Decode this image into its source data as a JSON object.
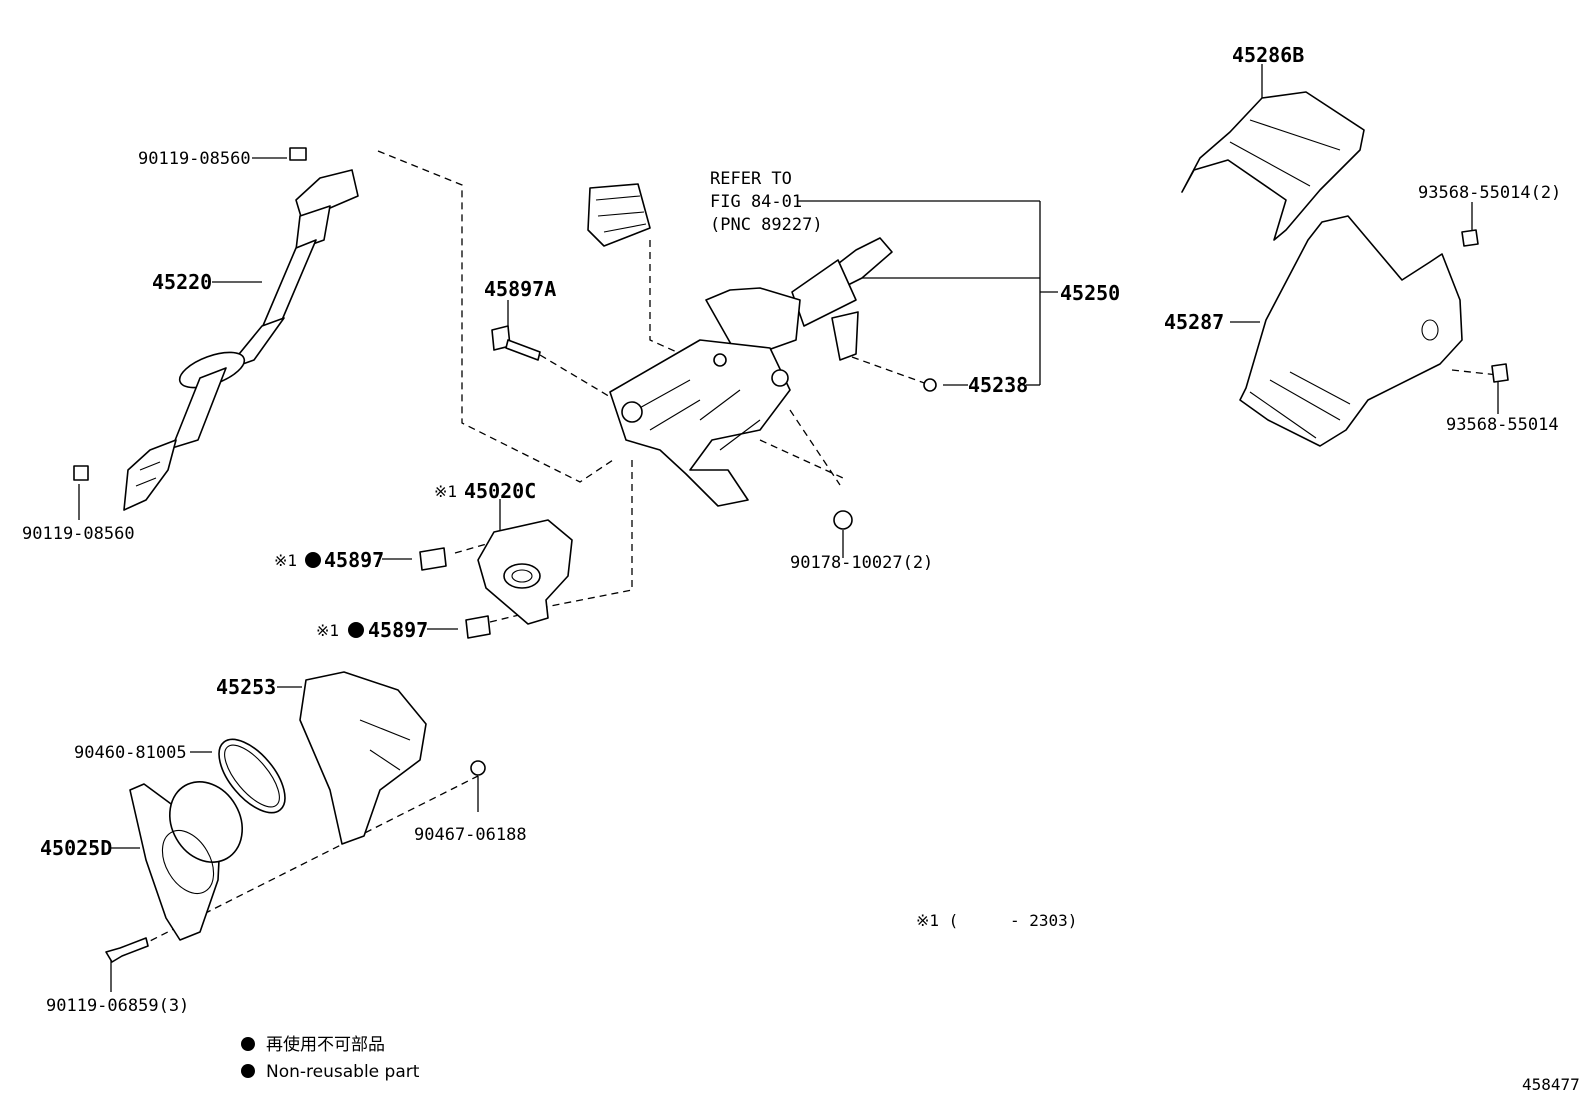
{
  "labels": {
    "p90119_08560_top": "90119-08560",
    "p45220": "45220",
    "p90119_08560_bot": "90119-08560",
    "refer_1": "REFER TO",
    "refer_2": "FIG 84-01",
    "refer_3": "(PNC 89227)",
    "p45897A": "45897A",
    "p45250": "45250",
    "p45238": "45238",
    "p45020C": "45020C",
    "p45897_a": "45897",
    "p45897_b": "45897",
    "p90178_10027": "90178-10027(2)",
    "p45286B": "45286B",
    "p93568_55014_2": "93568-55014(2)",
    "p45287": "45287",
    "p93568_55014": "93568-55014",
    "p45253": "45253",
    "p90460_81005": "90460-81005",
    "p45025D": "45025D",
    "p90467_06188": "90467-06188",
    "p90119_06859": "90119-06859(3)",
    "note_mark": "※1",
    "note_prefix": "※1 (",
    "note_range": "- 2303)"
  },
  "legend": {
    "jp": "再使用不可部品",
    "en": "Non-reusable part"
  },
  "diagram_id": "458477"
}
